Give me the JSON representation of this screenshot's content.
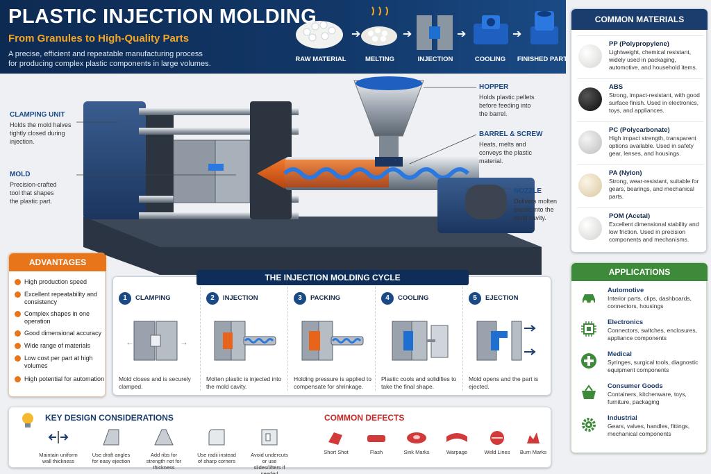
{
  "header": {
    "title": "PLASTIC INJECTION MOLDING",
    "subtitle": "From Granules to High-Quality Parts",
    "intro_line1": "A precise, efficient and repeatable manufacturing process",
    "intro_line2": "for producing complex plastic components in large volumes.",
    "process_steps": [
      "RAW MATERIAL",
      "MELTING",
      "INJECTION",
      "COOLING",
      "FINISHED PART"
    ]
  },
  "callouts": {
    "clamping_unit": {
      "title": "CLAMPING UNIT",
      "line1": "Holds the mold halves",
      "line2": "tightly closed during",
      "line3": "injection."
    },
    "mold": {
      "title": "MOLD",
      "line1": "Precision-crafted",
      "line2": "tool that shapes",
      "line3": "the plastic part."
    },
    "hopper": {
      "title": "HOPPER",
      "line1": "Holds plastic pellets",
      "line2": "before feeding into",
      "line3": "the barrel."
    },
    "barrel": {
      "title": "BARREL & SCREW",
      "line1": "Heats, melts and",
      "line2": "conveys the plastic",
      "line3": "material."
    },
    "nozzle": {
      "title": "NOZZLE",
      "line1": "Delivers molten",
      "line2": "plastic into the",
      "line3": "mold cavity."
    }
  },
  "materials": {
    "heading": "COMMON MATERIALS",
    "items": [
      {
        "name": "PP (Polypropylene)",
        "desc": "Lightweight, chemical resistant, widely used in packaging, automotive, and household items.",
        "color": "#f2f2f0"
      },
      {
        "name": "ABS",
        "desc": "Strong, impact-resistant, with good surface finish. Used in electronics, toys, and appliances.",
        "color": "#1a1a1a"
      },
      {
        "name": "PC (Polycarbonate)",
        "desc": "High impact strength, transparent options available. Used in safety gear, lenses, and housings.",
        "color": "#dcdcdc"
      },
      {
        "name": "PA (Nylon)",
        "desc": "Strong, wear-resistant, suitable for gears, bearings, and mechanical parts.",
        "color": "#efe3c8"
      },
      {
        "name": "POM (Acetal)",
        "desc": "Excellent dimensional stability and low friction. Used in precision components and mechanisms.",
        "color": "#f4f4f2"
      }
    ]
  },
  "applications": {
    "heading": "APPLICATIONS",
    "items": [
      {
        "name": "Automotive",
        "desc": "Interior parts, clips, dashboards, connectors, housings",
        "icon": "car-icon"
      },
      {
        "name": "Electronics",
        "desc": "Connectors, switches, enclosures, appliance components",
        "icon": "chip-icon"
      },
      {
        "name": "Medical",
        "desc": "Syringes, surgical tools, diagnostic equipment components",
        "icon": "medical-cross-icon"
      },
      {
        "name": "Consumer Goods",
        "desc": "Containers, kitchenware, toys, furniture, packaging",
        "icon": "basket-icon"
      },
      {
        "name": "Industrial",
        "desc": "Gears, valves, handles, fittings, mechanical components",
        "icon": "gear-icon"
      }
    ]
  },
  "advantages": {
    "heading": "ADVANTAGES",
    "items": [
      "High production speed",
      "Excellent repeatability and consistency",
      "Complex shapes in one operation",
      "Good dimensional accuracy",
      "Wide range of materials",
      "Low cost per part at high volumes",
      "High potential for automation"
    ]
  },
  "cycle": {
    "heading": "THE INJECTION MOLDING CYCLE",
    "steps": [
      {
        "num": "1",
        "name": "CLAMPING",
        "desc": "Mold closes and is securely clamped."
      },
      {
        "num": "2",
        "name": "INJECTION",
        "desc": "Molten plastic is injected into the mold cavity."
      },
      {
        "num": "3",
        "name": "PACKING",
        "desc": "Holding pressure is applied to compensate for shrinkage."
      },
      {
        "num": "4",
        "name": "COOLING",
        "desc": "Plastic cools and solidifies to take the final shape."
      },
      {
        "num": "5",
        "name": "EJECTION",
        "desc": "Mold opens and the part is ejected."
      }
    ]
  },
  "design": {
    "heading": "KEY DESIGN CONSIDERATIONS",
    "items": [
      "Maintain uniform wall thickness",
      "Use draft angles for easy ejection",
      "Add ribs for strength not for thickness",
      "Use radii instead of sharp corners",
      "Avoid undercuts or use slides/lifters if needed"
    ]
  },
  "defects": {
    "heading": "COMMON DEFECTS",
    "items": [
      "Short Shot",
      "Flash",
      "Sink Marks",
      "Warpage",
      "Weld Lines",
      "Burn Marks"
    ]
  },
  "colors": {
    "navy": "#0f2d59",
    "blue": "#1a4a85",
    "orange": "#e8751a",
    "green": "#3d8a3a",
    "red": "#c62828"
  }
}
